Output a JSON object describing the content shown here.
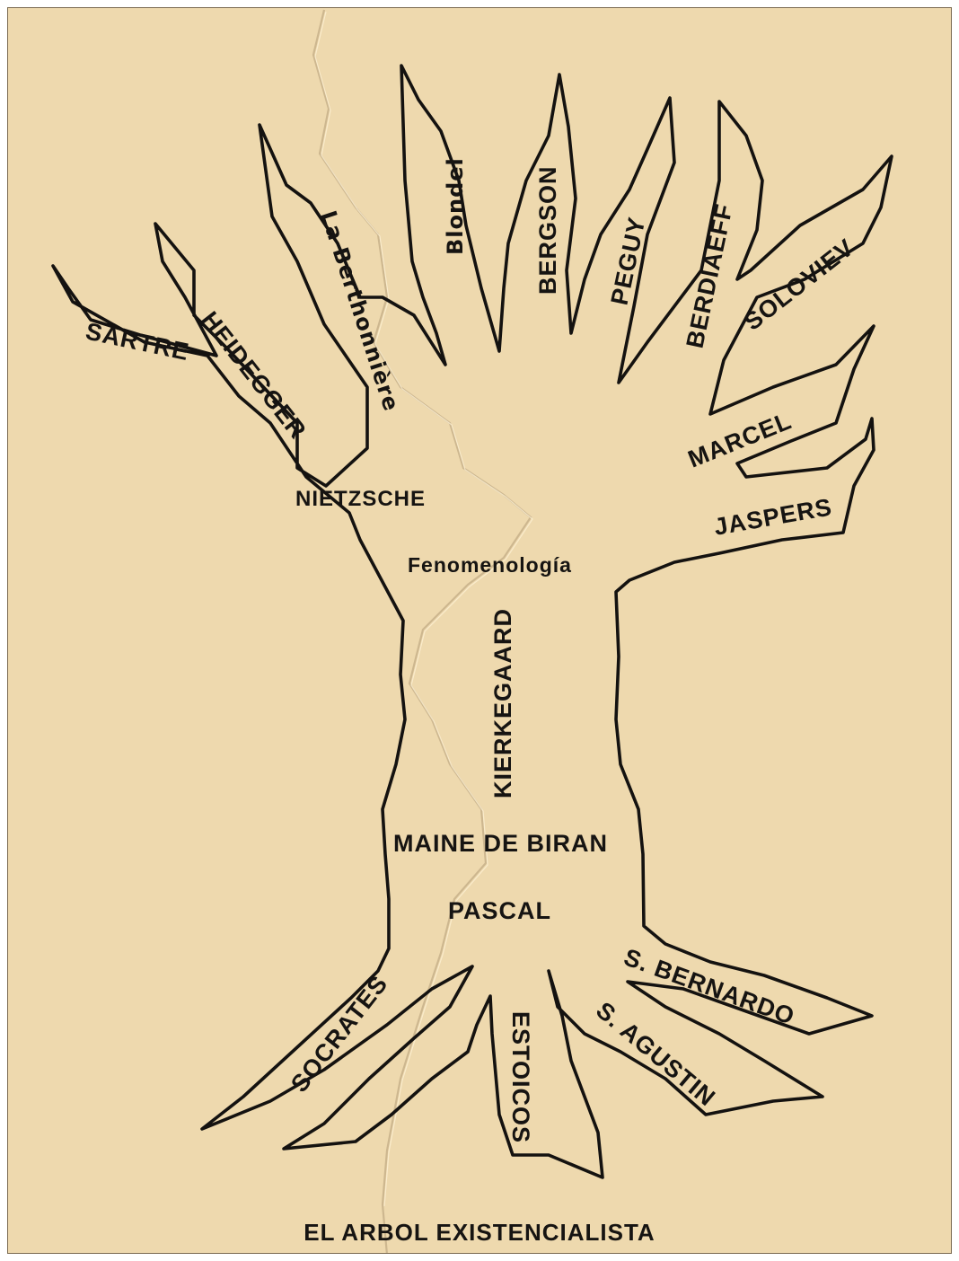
{
  "diagram": {
    "title": "EL ARBOL EXISTENCIALISTA",
    "colors": {
      "paper": "#eed9ae",
      "ink": "#141210"
    },
    "branches": {
      "sartre": "SARTRE",
      "heidegger": "HEIDEGGER",
      "laberthonniere": "La Berthonnière",
      "blondel": "Blondel",
      "bergson": "BERGSON",
      "peguy": "PEGUY",
      "berdiaeff": "BERDIAEFF",
      "soloviev": "SOLOVIEV",
      "marcel": "MARCEL",
      "jaspers": "JASPERS"
    },
    "trunk": {
      "nietzsche": "NIETZSCHE",
      "fenomenologia": "Fenomenología",
      "kierkegaard": "KIERKEGAARD",
      "maine_de_biran": "MAINE DE BIRAN",
      "pascal": "PASCAL"
    },
    "roots": {
      "socrates": "SOCRATES",
      "estoicos": "ESTOICOS",
      "s_agustin": "S. AGUSTIN",
      "s_bernardo": "S. BERNARDO"
    }
  }
}
